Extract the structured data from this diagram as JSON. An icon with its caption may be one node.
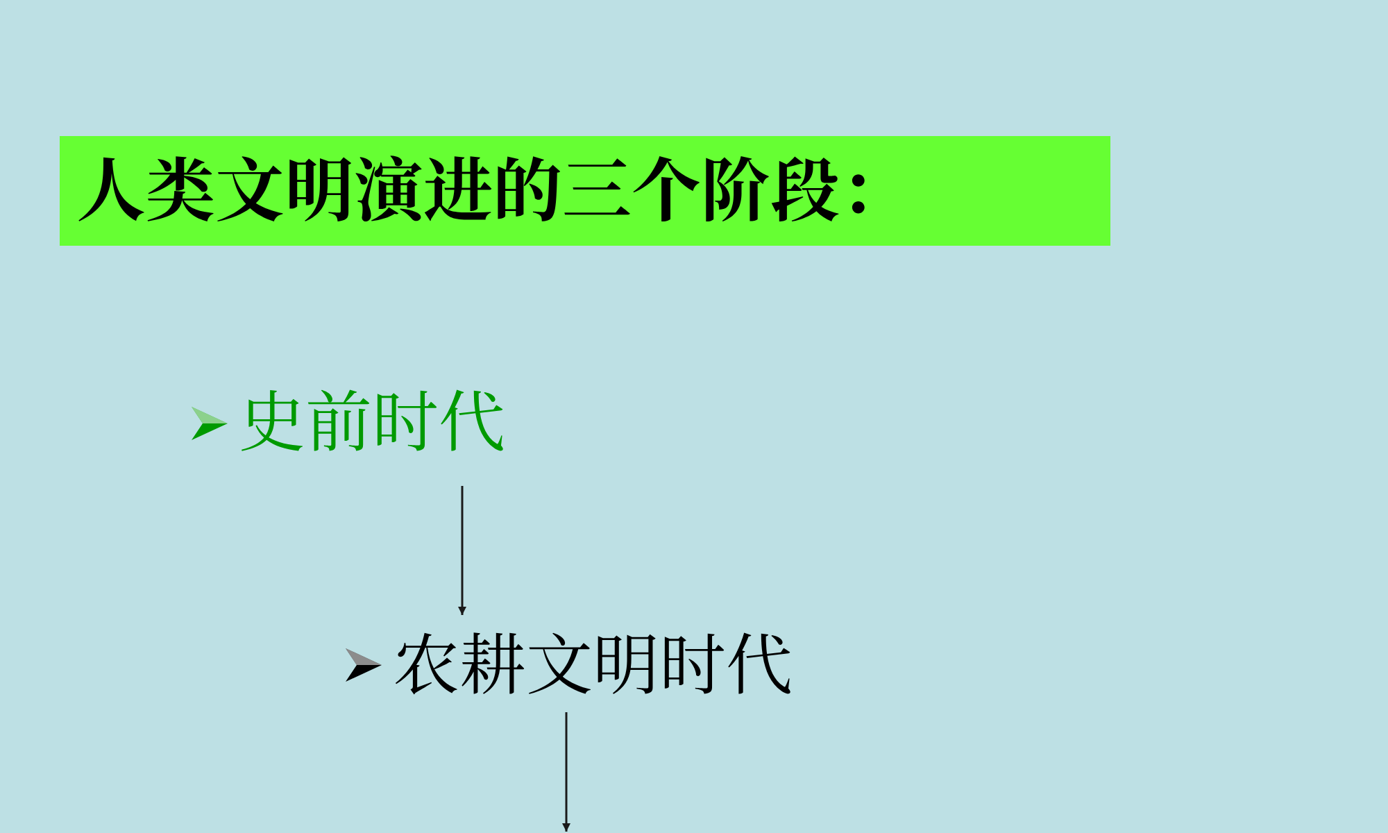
{
  "diagram": {
    "nodes": [
      {
        "text": [
          "人类文明演进的三个阶段："
        ]
      },
      {
        "text": [
          "史前时代"
        ]
      },
      {
        "text": [
          "农耕文明时代"
        ]
      }
    ],
    "edges": [
      {
        "from": 1,
        "to": 2,
        "arrow": "to"
      },
      {
        "from": 2,
        "to": null,
        "arrow": "to"
      }
    ]
  }
}
